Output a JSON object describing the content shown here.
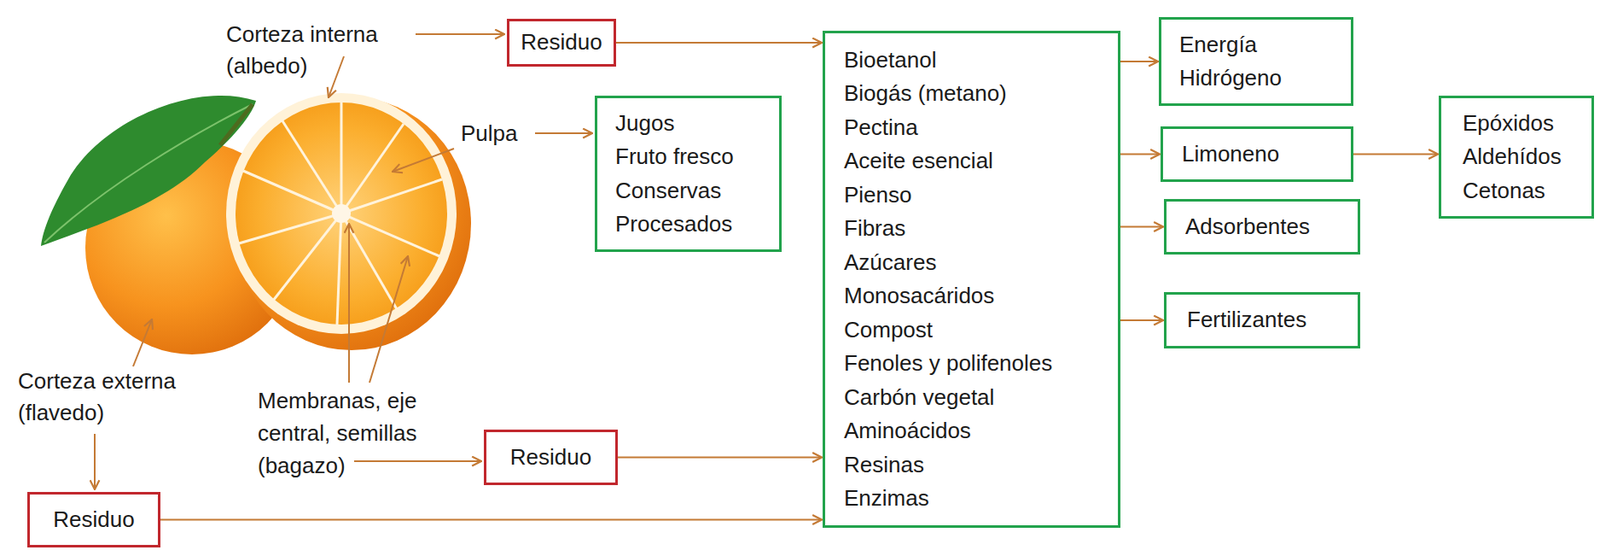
{
  "diagram": {
    "nodes": [
      {
        "text": [
          "Residuo"
        ]
      },
      {
        "text": [
          "Jugos",
          "Fruto fresco",
          "Conservas",
          "Procesados"
        ]
      },
      {
        "text": [
          "Bioetanol",
          "Biogás (metano)",
          "Pectina",
          "Aceite esencial",
          "Pienso",
          "Fibras",
          "Azúcares",
          "Monosacáridos",
          "Compost",
          "Fenoles y polifenoles",
          "Carbón vegetal",
          "Aminoácidos",
          "Resinas",
          "Enzimas"
        ]
      },
      {
        "text": [
          "Energía",
          "Hidrógeno"
        ]
      },
      {
        "text": [
          "Limoneno"
        ]
      },
      {
        "text": [
          "Epóxidos",
          "Aldehídos",
          "Cetonas"
        ]
      },
      {
        "text": [
          "Adsorbentes"
        ]
      },
      {
        "text": [
          "Fertilizantes"
        ]
      },
      {
        "text": [
          "Residuo"
        ]
      },
      {
        "text": [
          "Residuo"
        ]
      }
    ],
    "edges": [
      {
        "from": 0,
        "to": 2,
        "arrow": "to"
      },
      {
        "from": 8,
        "to": 2,
        "arrow": "to"
      },
      {
        "from": 9,
        "to": 2,
        "arrow": "to"
      },
      {
        "from": 2,
        "to": 3,
        "arrow": "to"
      },
      {
        "from": 2,
        "to": 4,
        "arrow": "to"
      },
      {
        "from": 4,
        "to": 5,
        "arrow": "to"
      },
      {
        "from": 2,
        "to": 6,
        "arrow": "to"
      },
      {
        "from": 2,
        "to": 7,
        "arrow": "to"
      }
    ],
    "labels": [
      "Corteza interna (albedo)",
      "Pulpa",
      "Corteza externa (flavedo)",
      "Membranas, eje central, semillas (bagazo)"
    ]
  }
}
